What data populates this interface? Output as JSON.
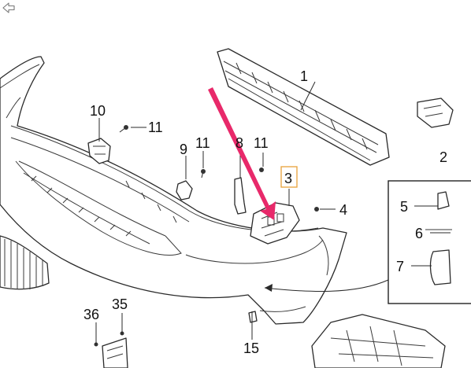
{
  "viewer": {
    "back_icon": "back-arrow-icon"
  },
  "diagram": {
    "highlighted_callout": "3",
    "highlight_color": "#e8a23a",
    "pointer_arrow_color": "#e8296a",
    "callouts": {
      "c1": "1",
      "c2": "2",
      "c3": "3",
      "c4": "4",
      "c5": "5",
      "c6": "6",
      "c7": "7",
      "c8": "8",
      "c9": "9",
      "c10": "10",
      "c11a": "11",
      "c11b": "11",
      "c11c": "11",
      "c15": "15",
      "c35": "35",
      "c36": "36"
    }
  }
}
